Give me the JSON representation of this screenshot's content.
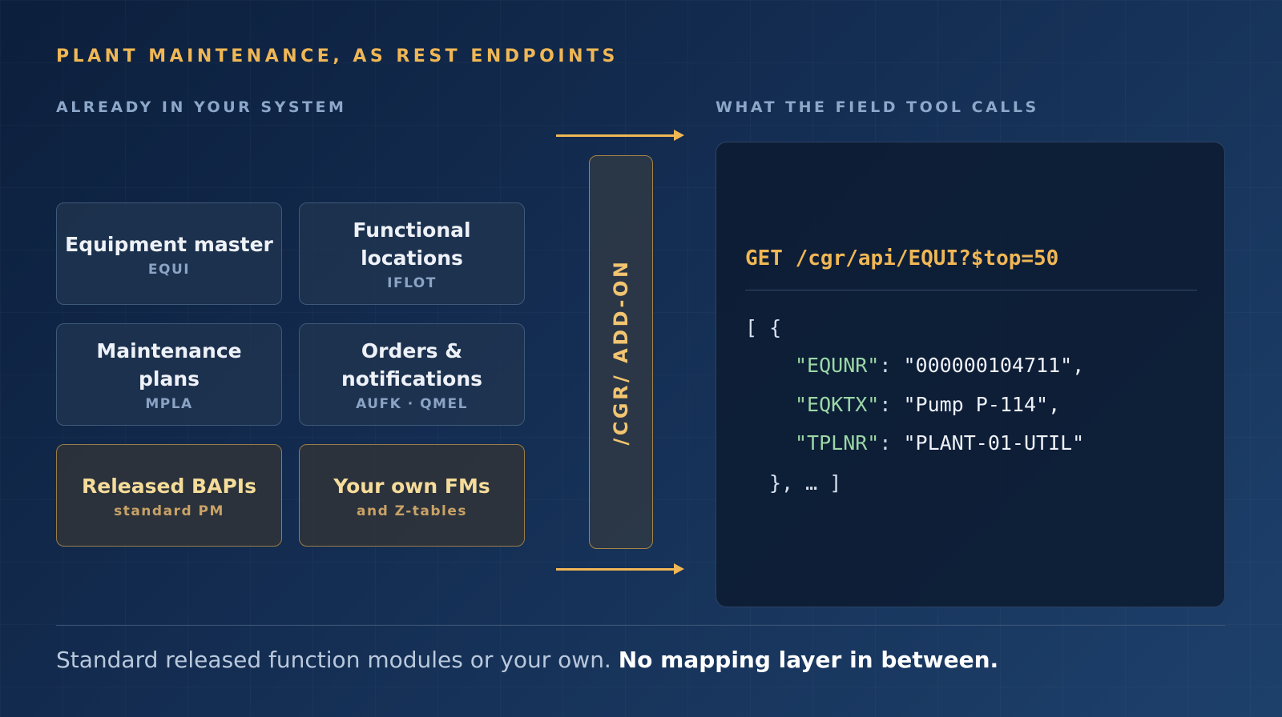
{
  "header": {
    "eyebrow": "PLANT MAINTENANCE, AS REST ENDPOINTS",
    "left_label": "ALREADY IN YOUR SYSTEM",
    "right_label": "WHAT THE FIELD TOOL CALLS"
  },
  "tiles": [
    {
      "title": "Equipment master",
      "sub": "EQUI"
    },
    {
      "title": "Functional locations",
      "sub": "IFLOT"
    },
    {
      "title": "Maintenance plans",
      "sub": "MPLA"
    },
    {
      "title": "Orders & notifications",
      "sub": "AUFK · QMEL"
    },
    {
      "title": "Released BAPIs",
      "sub": "standard PM"
    },
    {
      "title": "Your own FMs",
      "sub": "and Z-tables"
    }
  ],
  "addon": {
    "label": "/CGR/ ADD-ON"
  },
  "code": {
    "request": "GET /cgr/api/EQUI?$top=50",
    "open": "[ {",
    "fields": [
      {
        "key": "\"EQUNR\"",
        "sep": ": ",
        "value": "\"000000104711\",",
        "tail": ""
      },
      {
        "key": "\"EQKTX\"",
        "sep": ": ",
        "value": "\"Pump P-114\",",
        "tail": ""
      },
      {
        "key": "\"TPLNR\"",
        "sep": ": ",
        "value": "\"PLANT-01-UTIL\"",
        "tail": ""
      }
    ],
    "close": "}, … ]"
  },
  "footer": {
    "plain": "Standard released function modules or your own.",
    "strong": "No mapping layer in between."
  },
  "colors": {
    "accent": "#f0b755",
    "code_key": "#9bd8a6",
    "label": "#8da7c9"
  }
}
